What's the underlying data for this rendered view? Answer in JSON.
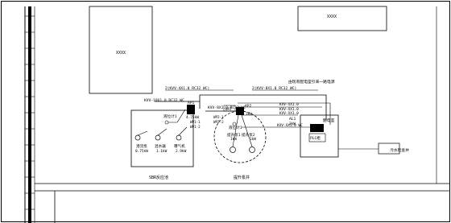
{
  "blocks": {
    "left_building": "XXXX",
    "right_building": "XXXX"
  },
  "cables": {
    "upper_1": "2(KVV-4X1.0 RC32 WC)",
    "upper_2": "2(KVV-8X1.0 RC32 WC)",
    "left_run": "KVV-10X1.0 RC32 WC",
    "mid_run": "KVV-8X1.0 RC32 WC",
    "mid_box": "WP2",
    "right_top": "KVV-XX1.0",
    "right_mid": "KVV-XX1.0",
    "right_bot": "KVV-XX1.0",
    "right_run": "KVV-XX1.0 WC"
  },
  "note_top": "由现有配电室引来一路电源",
  "panels": {
    "ap1": "AP1",
    "ap1_power": "4.75kW",
    "ap2": "AP2",
    "ap2_power": "3kW",
    "al1": "AL1",
    "al1_power": "2kW",
    "ap3": "AP3",
    "wp_left_1": "WP1-1",
    "wp_left_2": "WP1-2",
    "wp_mid_1": "WP2-1",
    "wp_mid_2": "WP2-2"
  },
  "equipment": {
    "sensor_left": "液位计1",
    "sensor_mid": "液位计1",
    "pump_a": "潜流泵",
    "pump_a_power": "0.75kW",
    "mixer": "混水器",
    "mixer_power": "1.1kW",
    "aerator": "曝气机",
    "aerator_power": "2.9kW",
    "lift_pump_1": "提升泵1",
    "lift_pump_1_power": "1kW",
    "lift_pump_2": "提升泵2",
    "lift_pump_2_power": "1kW"
  },
  "rooms": {
    "distribution_room": "配电室",
    "plc_cabinet": "PLC柜"
  },
  "areas": {
    "sbr_tank": "SBR反应池",
    "lift_well": "提升泵井",
    "sewage_well": "污水检查井"
  }
}
